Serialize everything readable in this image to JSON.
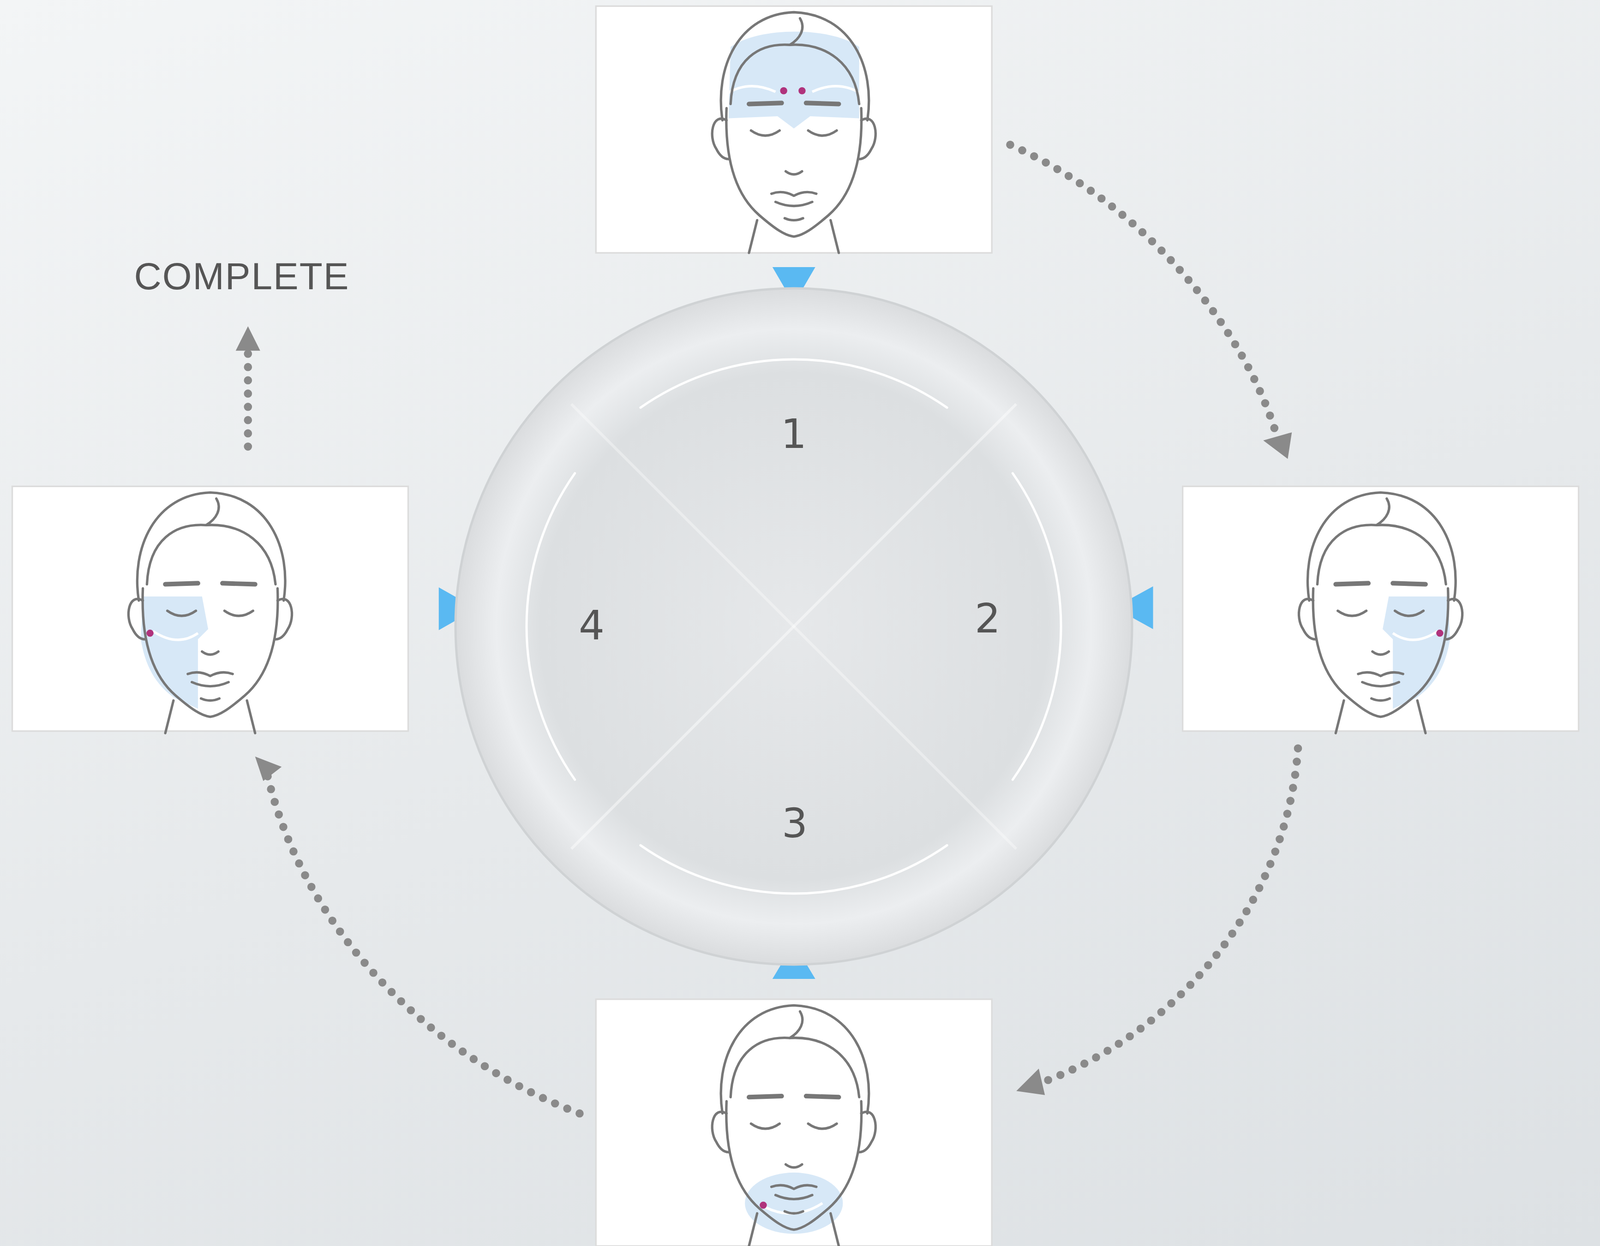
{
  "diagram": {
    "nodes": [
      {
        "text": [
          "1",
          "2",
          "3",
          "4"
        ]
      }
    ],
    "labels": [
      "COMPLETE"
    ]
  }
}
